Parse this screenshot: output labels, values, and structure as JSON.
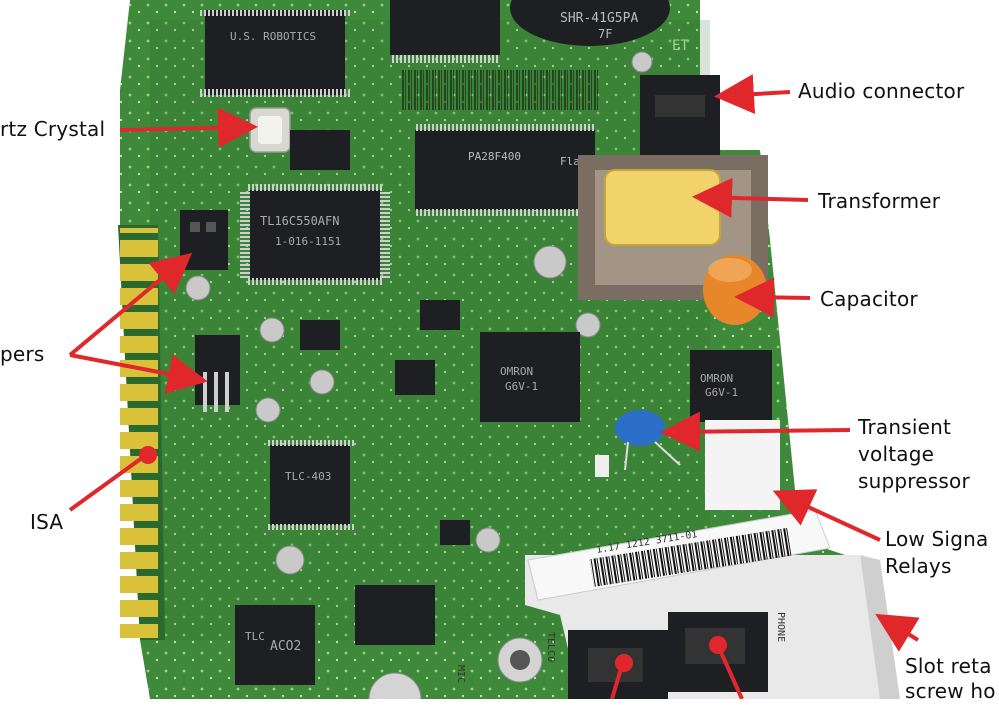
{
  "labels": {
    "audio_connector": "Audio connector",
    "quartz_crystal": "rtz Crystal",
    "transformer": "Transformer",
    "capacitor": "Capacitor",
    "jumpers": "pers",
    "transient_line1": "Transient",
    "transient_line2": "voltage",
    "transient_line3": "suppressor",
    "isa": "ISA",
    "relays_line1": "Low Signa",
    "relays_line2": "Relays",
    "slot_line1": "Slot reta",
    "slot_line2": "screw ho"
  },
  "chips": {
    "top_cap": "SHR-41G5PA",
    "top_cap_sub": "7F",
    "usr_chip": "U.S. ROBOTICS",
    "ti_chip": "TL16C550AFN",
    "ti_chip_sub": "1-016-1151",
    "intel_chip": "PA28F400",
    "flash_mark": "Flash",
    "omron1_a": "OMRON",
    "omron1_b": "G6V-1",
    "omron2_a": "OMRON",
    "omron2_b": "G6V-1",
    "tlc_chip": "TLC-403",
    "ac_chip": "TLC",
    "ac_chip_mark": "ACO2",
    "barcode": "1.17 1212 3711-01",
    "telco": "TELCO",
    "phone": "PHONE",
    "mic": "MIC",
    "board_mark": "ET"
  },
  "colors": {
    "pcb": "#3f8a3a",
    "pcb_dark": "#2b6a2c",
    "gold": "#d9c23a",
    "chip": "#1d1f22",
    "arrow": "#e0282c",
    "yellow_coil": "#f0d36a",
    "capacitor": "#e8862a",
    "tvs": "#2c6fc9",
    "bracket": "#e9e9e9"
  }
}
